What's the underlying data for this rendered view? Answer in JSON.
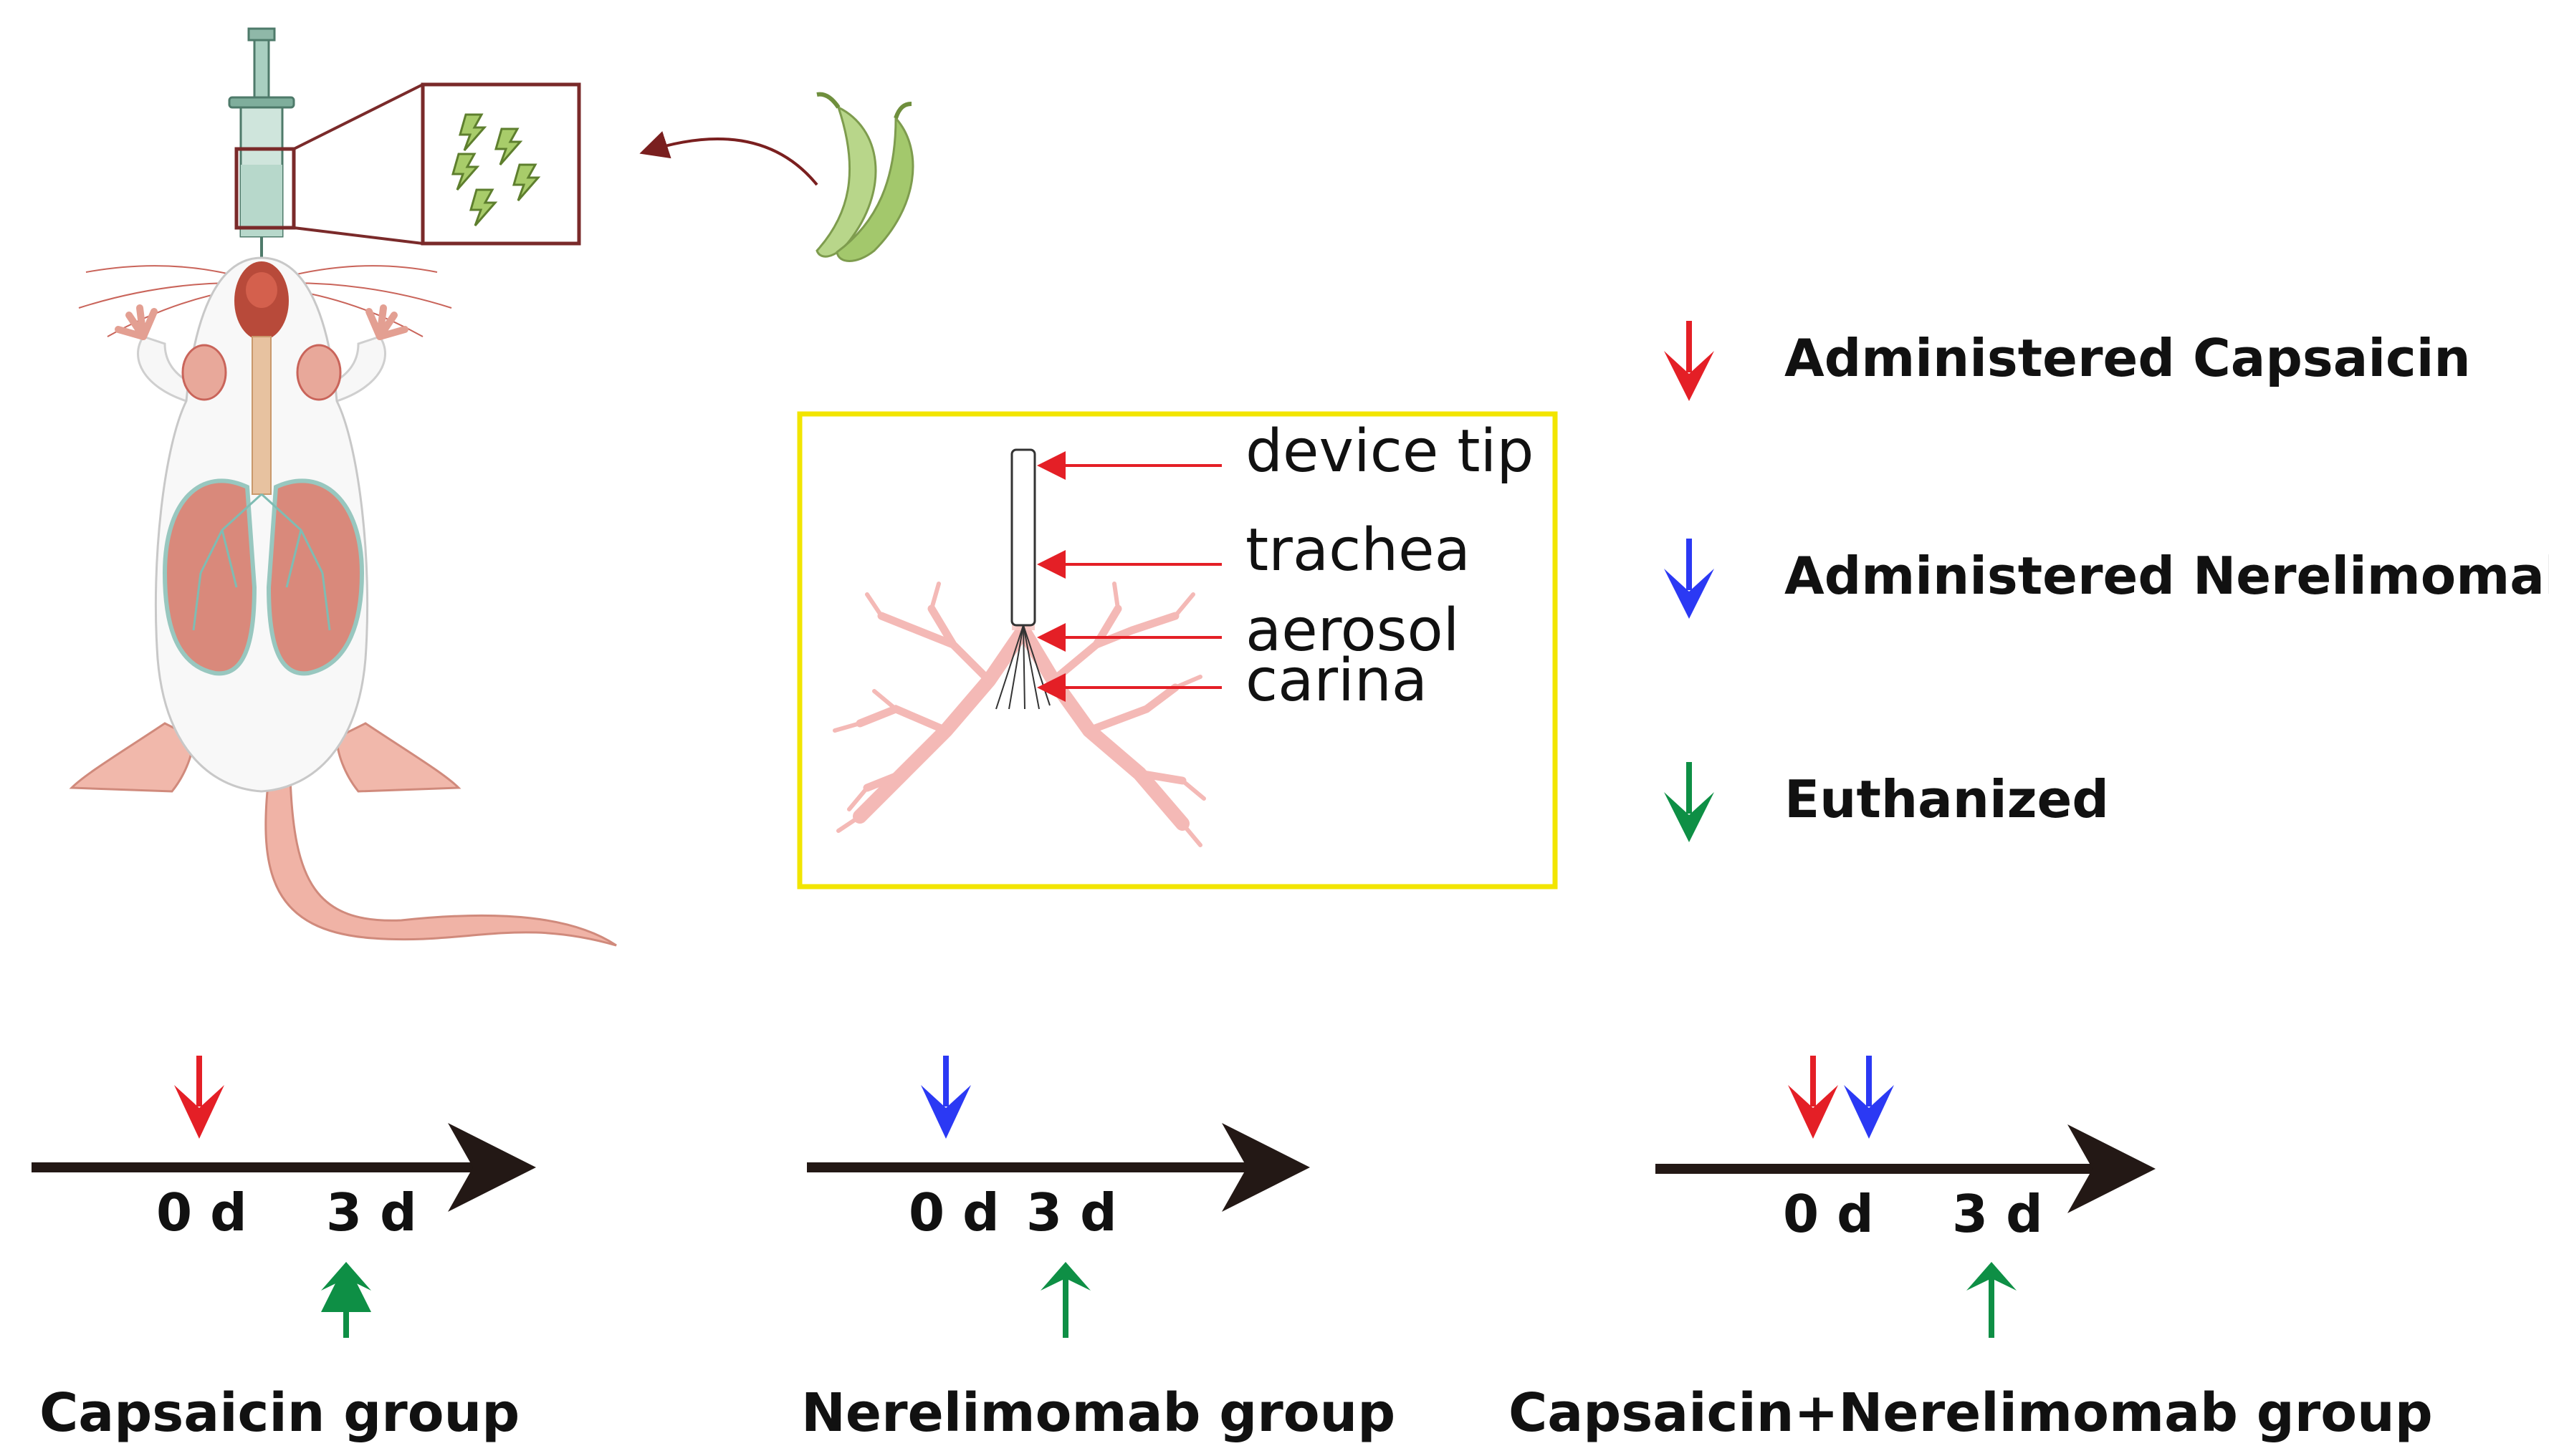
{
  "illustration": {
    "callout_labels": [
      "device tip",
      "trachea",
      "aerosol",
      "carina"
    ]
  },
  "legend": {
    "items": [
      {
        "label": "Administered Capsaicin",
        "color": "#e41f26",
        "icon": "arrow-down-icon"
      },
      {
        "label": "Administered Nerelimomab",
        "color": "#2b39f4",
        "icon": "arrow-down-icon"
      },
      {
        "label": "Euthanized",
        "color": "#0e8f45",
        "icon": "arrow-down-icon"
      }
    ]
  },
  "groups": [
    {
      "name": "Capsaicin group",
      "day0": "0 d",
      "day3": "3 d"
    },
    {
      "name": "Nerelimomab group",
      "day0": "0 d",
      "day3": "3 d"
    },
    {
      "name": "Capsaicin+Nerelimomab group",
      "day0": "0 d",
      "day3": "3 d"
    }
  ],
  "colors": {
    "capsaicin": "#e41f26",
    "nerelimomab": "#2b39f4",
    "euthanized": "#0e8f45",
    "timeline": "#231815",
    "inset_border": "#f2e500",
    "callout": "#e41f26",
    "lung": "#f4b9b6",
    "pepper": "#a8cc6a",
    "box": "#7a2a2a"
  }
}
